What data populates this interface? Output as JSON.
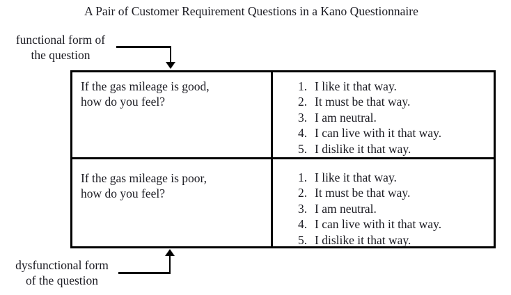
{
  "title": "A Pair of Customer Requirement Questions in a Kano Questionnaire",
  "labels": {
    "functional": "functional form of\nthe question",
    "dysfunctional": "dysfunctional form\nof the question"
  },
  "colors": {
    "text": "#1b1b22",
    "line": "#000000",
    "background": "#ffffff"
  },
  "table": {
    "rows": [
      {
        "form": "functional",
        "question": "If the gas mileage is good,\nhow do you feel?",
        "options": [
          {
            "num": "1.",
            "text": "I like it that way."
          },
          {
            "num": "2.",
            "text": "It must be that way."
          },
          {
            "num": "3.",
            "text": "I am neutral."
          },
          {
            "num": "4.",
            "text": "I can live with it that way."
          },
          {
            "num": "5.",
            "text": "I dislike it that way."
          }
        ]
      },
      {
        "form": "dysfunctional",
        "question": "If the gas mileage is poor,\nhow do you feel?",
        "options": [
          {
            "num": "1.",
            "text": "I like it that way."
          },
          {
            "num": "2.",
            "text": "It must be that way."
          },
          {
            "num": "3.",
            "text": "I am neutral."
          },
          {
            "num": "4.",
            "text": "I can live with it that way."
          },
          {
            "num": "5.",
            "text": "I dislike it that way."
          }
        ]
      }
    ]
  }
}
